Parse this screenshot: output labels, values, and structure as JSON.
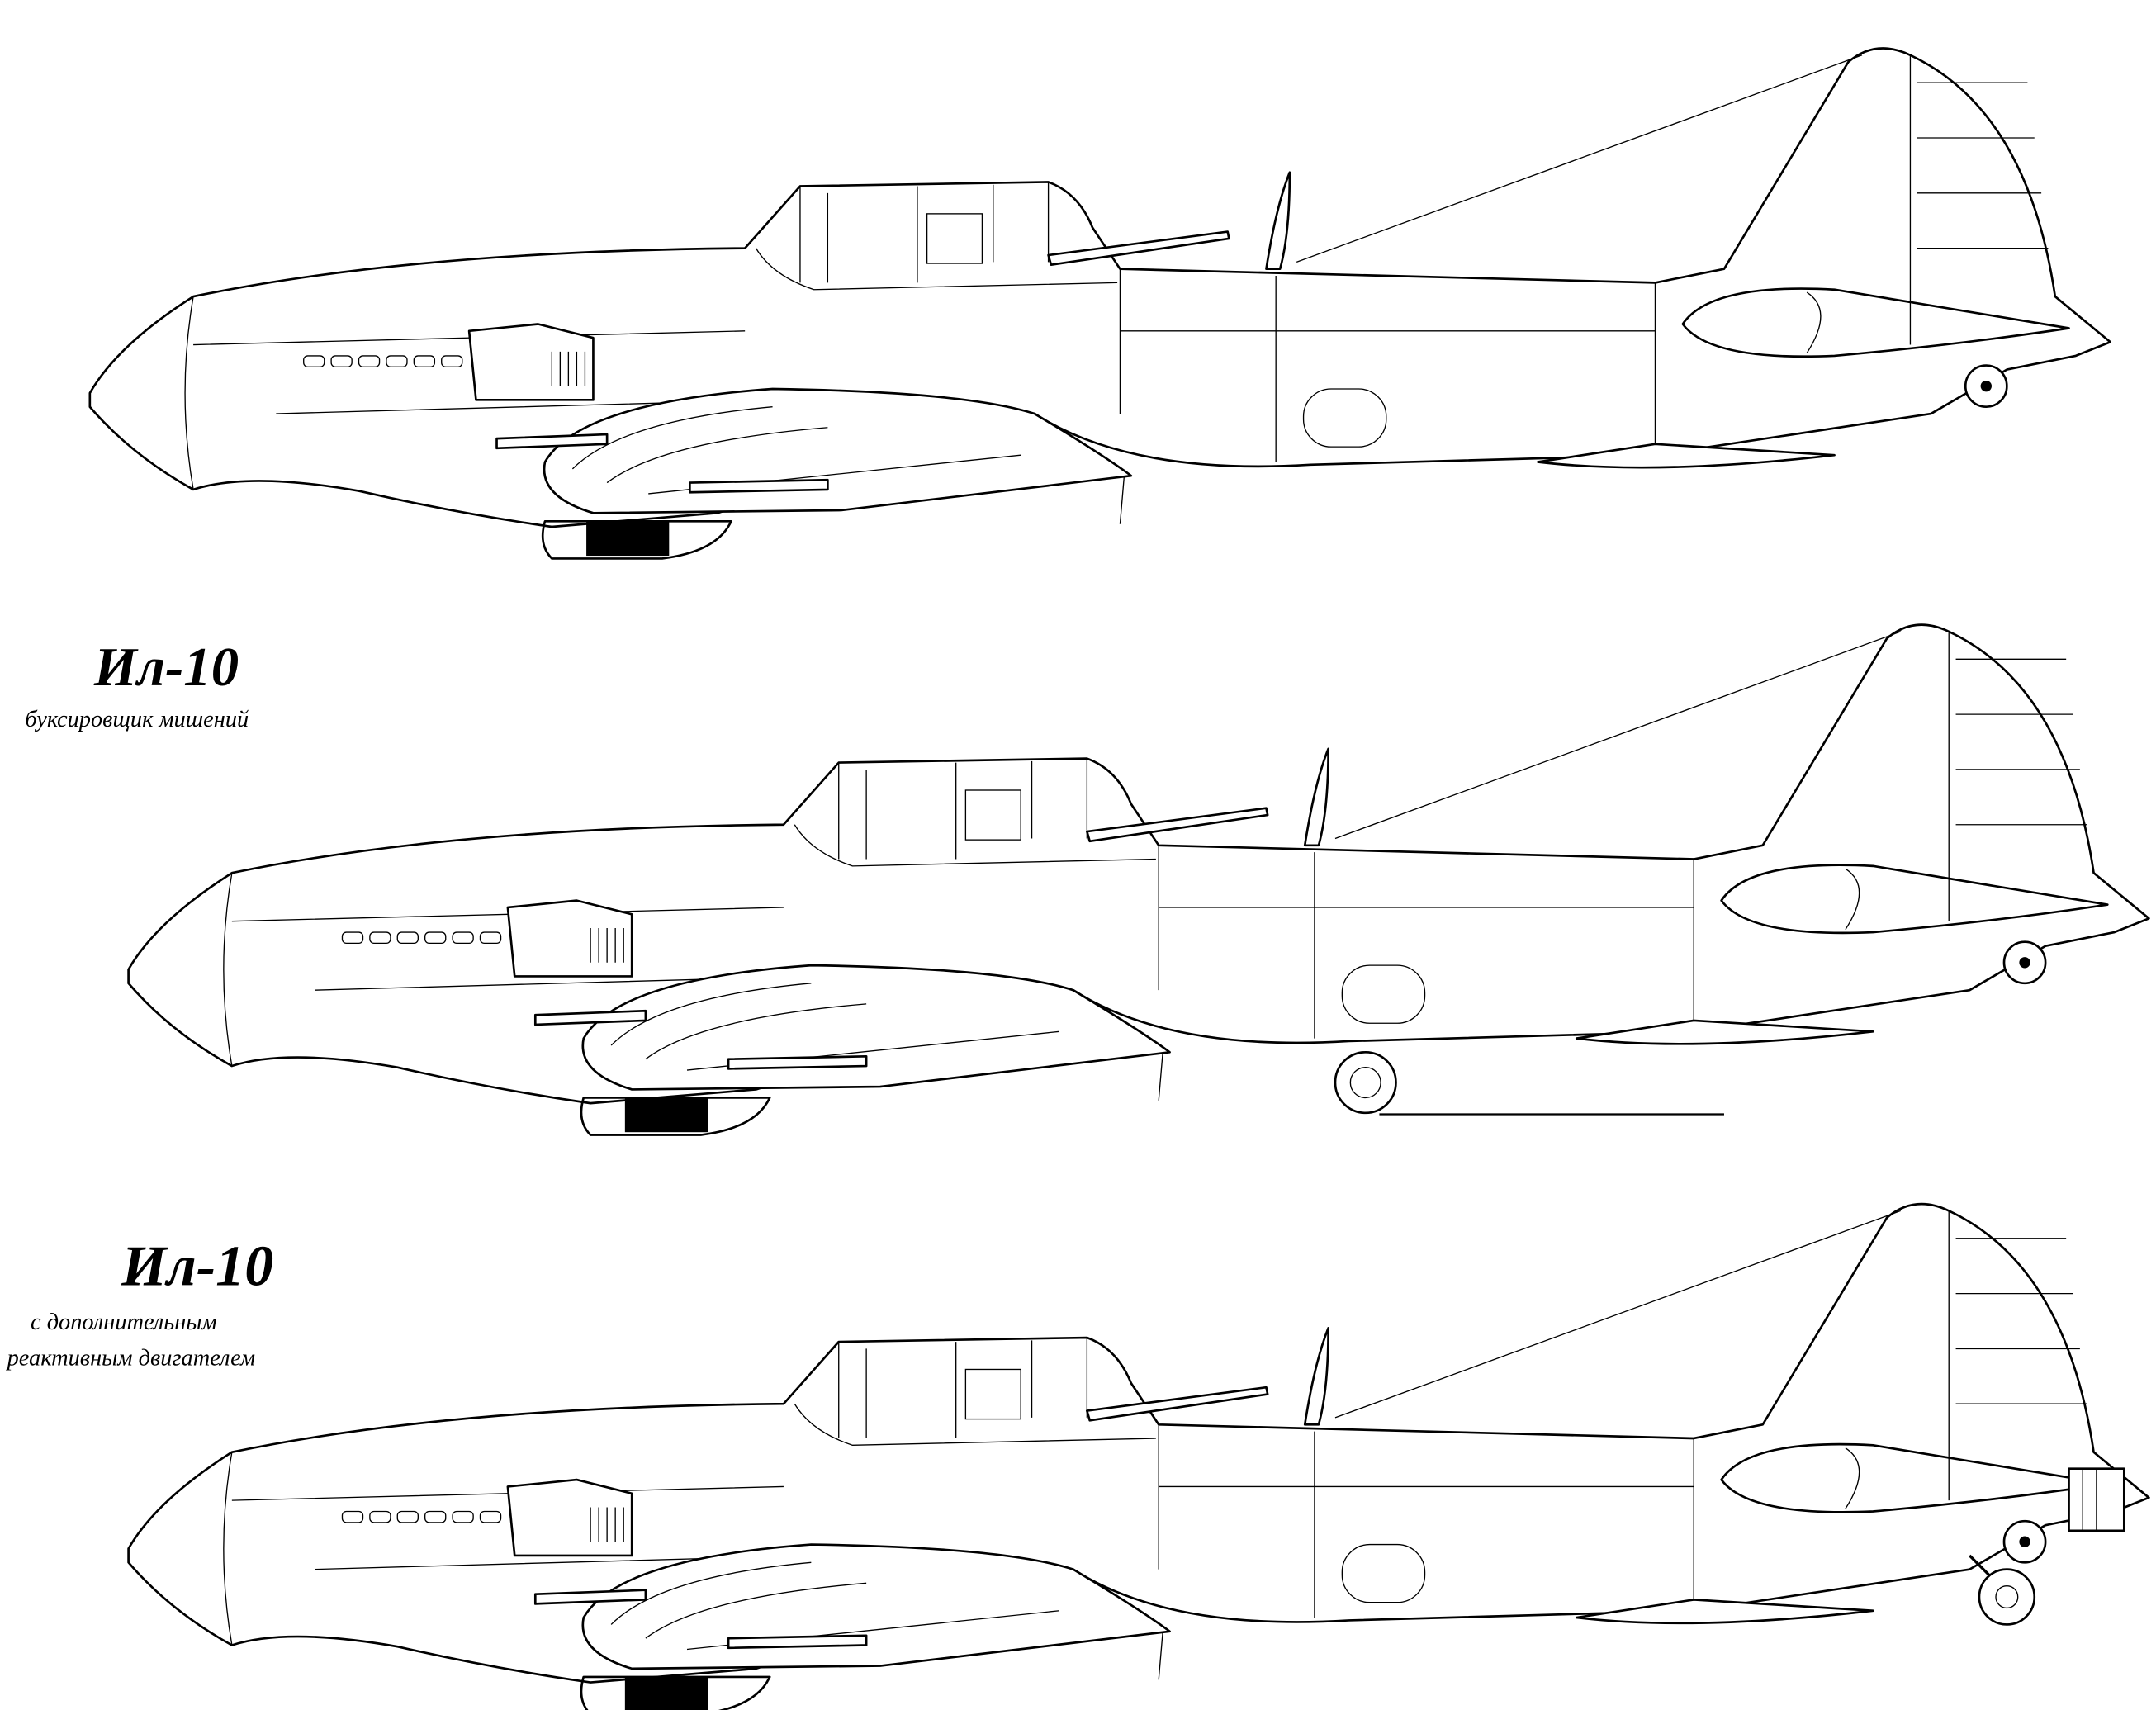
{
  "drawing": {
    "variants": [
      {
        "id": "standard",
        "title": "",
        "subtitle_lines": []
      },
      {
        "id": "target-tug",
        "title": "Ил-10",
        "subtitle_lines": [
          "буксировщик мишений"
        ]
      },
      {
        "id": "jet-booster",
        "title": "Ил-10",
        "subtitle_lines": [
          "с дополнительным",
          "реактивным двигателем"
        ]
      }
    ],
    "colors": {
      "line": "#000000",
      "background": "#ffffff"
    }
  }
}
